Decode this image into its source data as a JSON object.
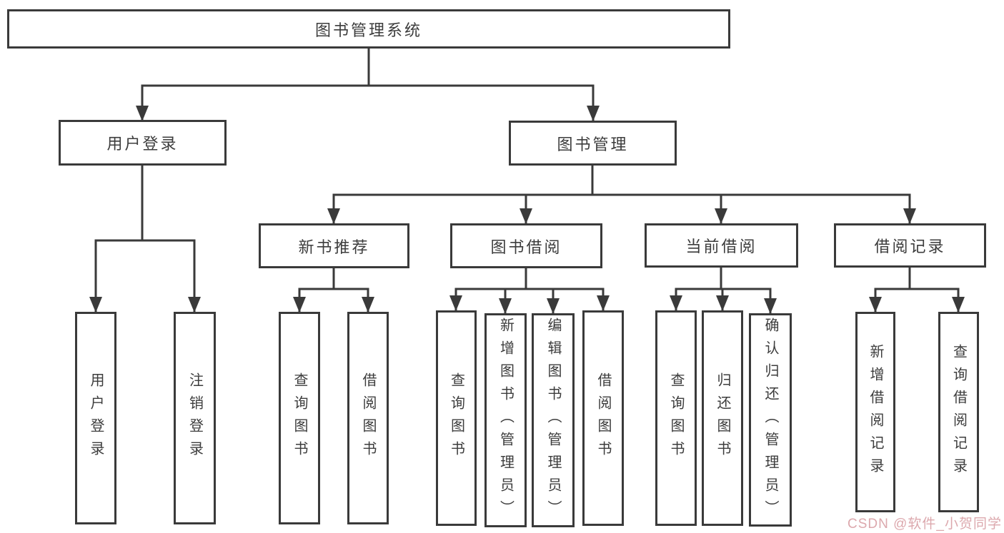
{
  "tree": {
    "label": "图书管理系统",
    "children": [
      {
        "label": "用户登录",
        "children": [
          {
            "label": "用户登录"
          },
          {
            "label": "注销登录"
          }
        ]
      },
      {
        "label": "图书管理",
        "children": [
          {
            "label": "新书推荐",
            "children": [
              {
                "label": "查询图书"
              },
              {
                "label": "借阅图书"
              }
            ]
          },
          {
            "label": "图书借阅",
            "children": [
              {
                "label": "查询图书"
              },
              {
                "label": "新增图书（管理员）"
              },
              {
                "label": "编辑图书（管理员）"
              },
              {
                "label": "借阅图书"
              }
            ]
          },
          {
            "label": "当前借阅",
            "children": [
              {
                "label": "查询图书"
              },
              {
                "label": "归还图书"
              },
              {
                "label": "确认归还（管理员）"
              }
            ]
          },
          {
            "label": "借阅记录",
            "children": [
              {
                "label": "新增借阅记录"
              },
              {
                "label": "查询借阅记录"
              }
            ]
          }
        ]
      }
    ]
  },
  "watermark": {
    "text": "CSDN @软件_小贺同学",
    "color": "#dca8ad"
  },
  "colors": {
    "line": "#3a3a3a",
    "box_border": "#3a3a3a",
    "text": "#3c3c3c",
    "background": "#ffffff"
  }
}
